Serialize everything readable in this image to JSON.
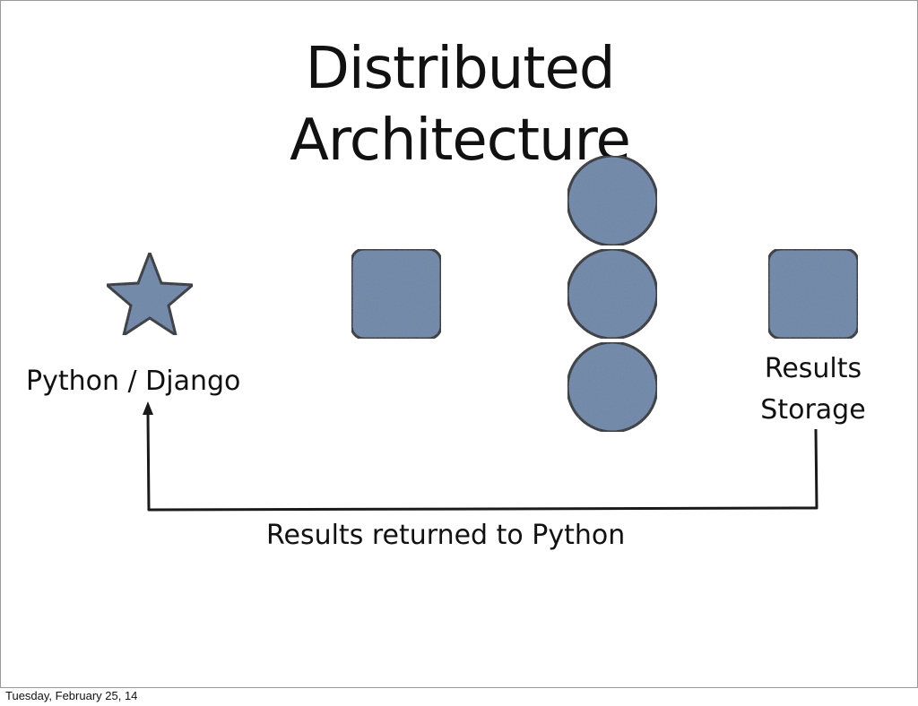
{
  "slide": {
    "title_line1": "Distributed",
    "title_line2": "Architecture",
    "python_label": "Python / Django",
    "results_line1": "Results",
    "results_line2": "Storage",
    "return_label": "Results returned to Python",
    "footer_date": "Tuesday, February 25, 14"
  },
  "colors": {
    "shape_fill": "#6a83a5",
    "shape_stroke": "#1a1a1a",
    "text": "#111111",
    "background": "#ffffff"
  },
  "icons": {
    "python_node": "star",
    "middle_node": "rounded-square",
    "worker_nodes": "circle",
    "storage_node": "rounded-square"
  }
}
